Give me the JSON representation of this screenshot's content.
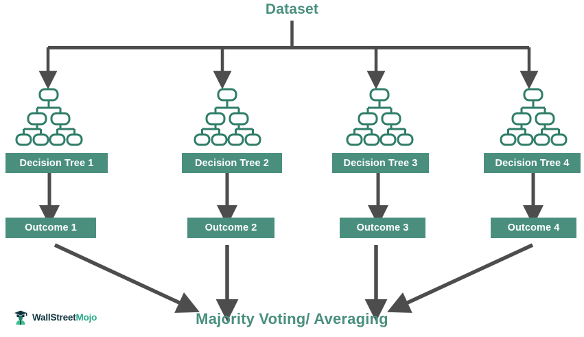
{
  "diagram": {
    "title": "Dataset",
    "bottom_label": "Majority Voting/ Averaging",
    "colors": {
      "teal": "#4a8f7e",
      "arrow_gray": "#4d4d4d",
      "white": "#ffffff",
      "logo_dark": "#10343f",
      "logo_green": "#2aa98b"
    },
    "branches": [
      {
        "tree_label": "Decision Tree 1",
        "outcome_label": "Outcome 1"
      },
      {
        "tree_label": "Decision Tree 2",
        "outcome_label": "Outcome 2"
      },
      {
        "tree_label": "Decision Tree 3",
        "outcome_label": "Outcome 3"
      },
      {
        "tree_label": "Decision Tree 4",
        "outcome_label": "Outcome 4"
      }
    ]
  },
  "logo": {
    "part1": "WallStreet",
    "part2": "Mojo"
  }
}
